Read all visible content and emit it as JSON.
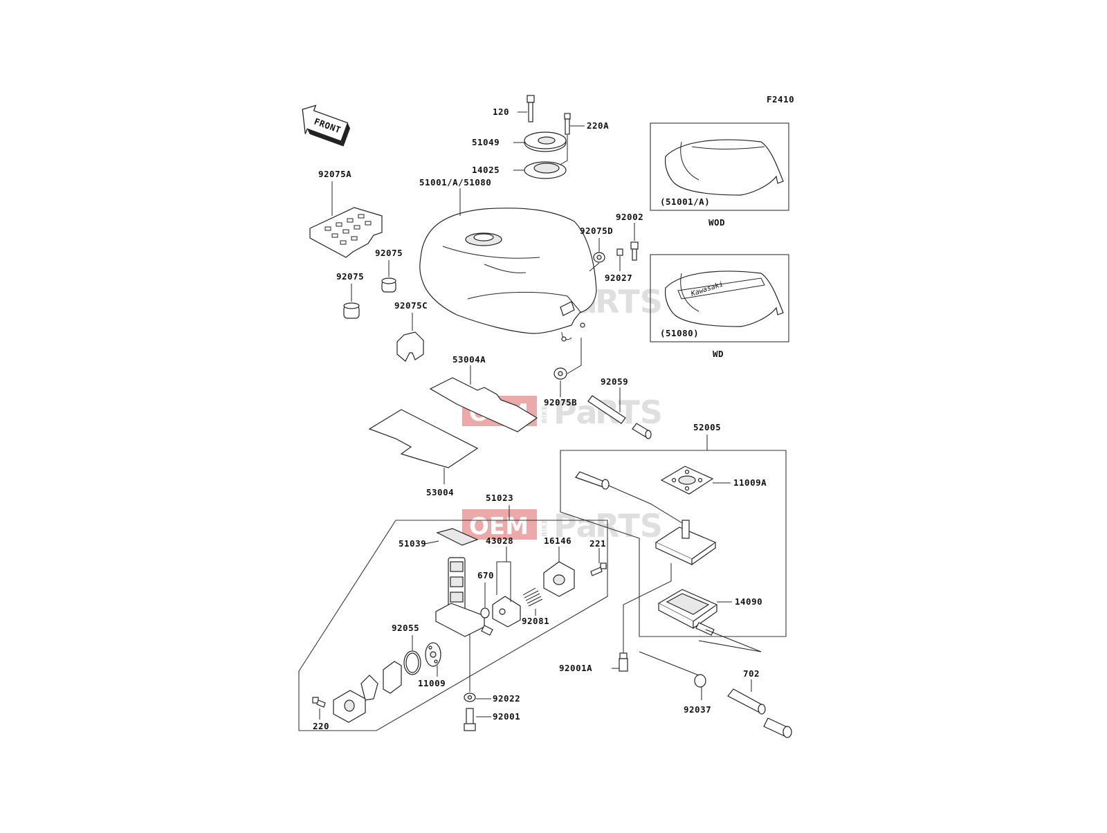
{
  "diagram_code": "F2410",
  "front_arrow_label": "FRONT",
  "watermark": {
    "left": "OEM",
    "vertical": "BIKE",
    "right_a": "Pa",
    "right_b": "RTS"
  },
  "insets": [
    {
      "label": "(51001/A)",
      "caption": "WOD"
    },
    {
      "label": "(51080)",
      "caption": "WD",
      "tank_brand": "Kawasaki"
    }
  ],
  "part_labels": {
    "p120": "120",
    "p220A": "220A",
    "p51049": "51049",
    "p14025": "14025",
    "p51001": "51001/A/51080",
    "p92075A": "92075A",
    "p92075a": "92075",
    "p92075b": "92075",
    "p92075C": "92075C",
    "p92075D": "92075D",
    "p92002": "92002",
    "p92027": "92027",
    "p53004A": "53004A",
    "p92075B": "92075B",
    "p92059": "92059",
    "p53004": "53004",
    "p52005": "52005",
    "p11009A": "11009A",
    "p51023": "51023",
    "p51039": "51039",
    "p43028": "43028",
    "p16146": "16146",
    "p221": "221",
    "p670": "670",
    "p92081": "92081",
    "p92055": "92055",
    "p14090": "14090",
    "p11009": "11009",
    "p92022": "92022",
    "p92001": "92001",
    "p92001A": "92001A",
    "p702": "702",
    "p92037": "92037",
    "p220": "220"
  }
}
